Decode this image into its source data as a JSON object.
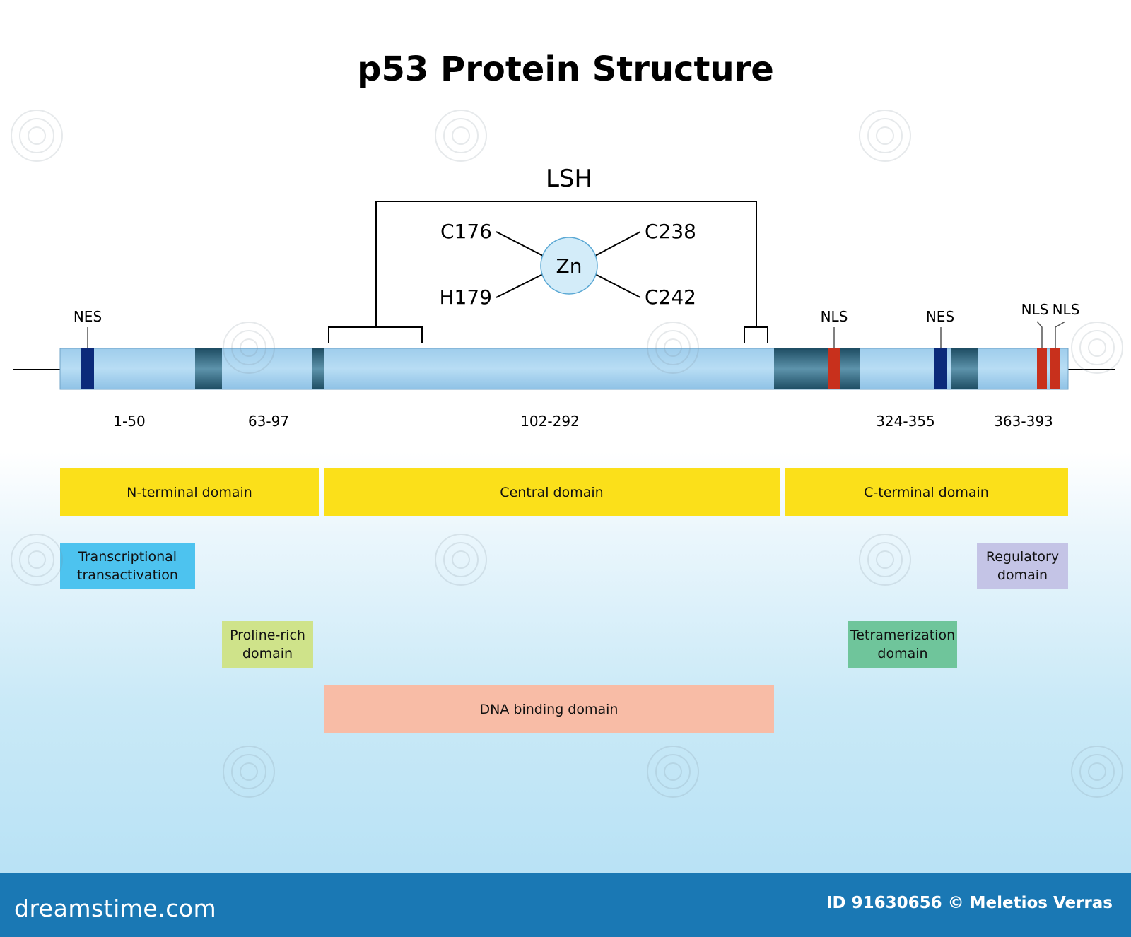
{
  "title": "p53 Protein Structure",
  "lsh": {
    "label": "LSH",
    "zinc_label": "Zn",
    "residues": [
      "C176",
      "C238",
      "H179",
      "C242"
    ]
  },
  "markers": {
    "nes_1": "NES",
    "nls_1": "NLS",
    "nes_2": "NES",
    "nls_2": "NLS",
    "nls_3": "NLS"
  },
  "ranges": [
    "1-50",
    "63-97",
    "102-292",
    "324-355",
    "363-393"
  ],
  "domains": {
    "n_terminal": "N-terminal domain",
    "central": "Central domain",
    "c_terminal": "C-terminal domain",
    "transactivation": "Transcriptional\ntransactivation",
    "regulatory": "Regulatory\ndomain",
    "proline": "Proline-rich\ndomain",
    "tetramerization": "Tetramerization\ndomain",
    "dna_binding": "DNA binding domain"
  },
  "colors": {
    "protein_bar": "#a9d4f0",
    "dark_segment": "#2a5f78",
    "nes_mark": "#0b2a7a",
    "nls_mark": "#c8301c",
    "yellow_domain": "#fbe01a",
    "transactivation": "#4dc3ef",
    "regulatory": "#c4c4e6",
    "proline": "#cfe38a",
    "tetramerization": "#6fc59b",
    "dna_binding": "#f8bca6",
    "footer": "#1a78b4"
  },
  "footer": {
    "logo": "dreamstime.com",
    "credit": "ID 91630656 © Meletios Verras"
  }
}
